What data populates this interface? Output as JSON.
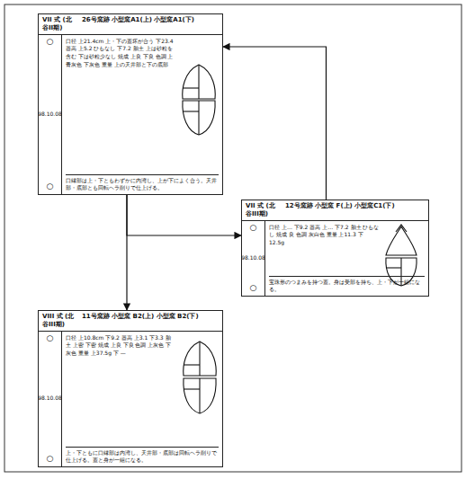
{
  "diagram": {
    "nodes": [
      {
        "text": [
          "VII 式 (北谷II期)",
          "26号窯跡 小型窯A1(上) 小型窯A1(下)",
          "○",
          "98.10.08",
          "○",
          "口径 上21.4cm 上・下の蓋坏が合う 下23.4 器高 上5.2 ひもなし 下7.2 胎土 上は砂粒を含む 下は砂粒少なし 焼成 上良 下良 色調 上青灰色 下灰色 重量 上の天井部と下の底部",
          "口縁部は上・下ともわずかに内湾し、上が下によく合う。天井部・底部とも回転ヘラ削りで仕上げる。"
        ]
      },
      {
        "text": [
          "VII 式 (北谷III期)",
          "12号窯跡 小型窯 F(上) 小型窯C1(下)",
          "○",
          "98.10.08",
          "○",
          "口径 上… 下9.2 器高 上… 下7.2 胎土 ひもなし 焼成 良 色調 灰白色 重量 上11.3 下 12.5g",
          "宝珠形のつまみを持つ蓋。身は受部を持ち、上・下が一組になる。"
        ]
      },
      {
        "text": [
          "VIII 式 (北谷III期)",
          "11号窯跡 小型窯 B2(上) 小型窯 B2(下)",
          "○",
          "98.10.08",
          "○",
          "口径 上10.8cm 下9.2 器高 上3.1 下3.3 胎土 上密 下密 焼成 上良 下良 色調 上灰色 下灰色 重量 上37.5g 下 —",
          "上・下ともに口縁部は内湾し、天井部・底部は回転ヘラ削りで仕上げる。蓋と身が一組になる。"
        ]
      }
    ],
    "edges": [
      {
        "from": 0,
        "to": 2,
        "arrow": "to"
      },
      {
        "from": 0,
        "to": 1,
        "arrow": "to"
      },
      {
        "from": 1,
        "to": 0,
        "arrow": "to"
      }
    ]
  }
}
